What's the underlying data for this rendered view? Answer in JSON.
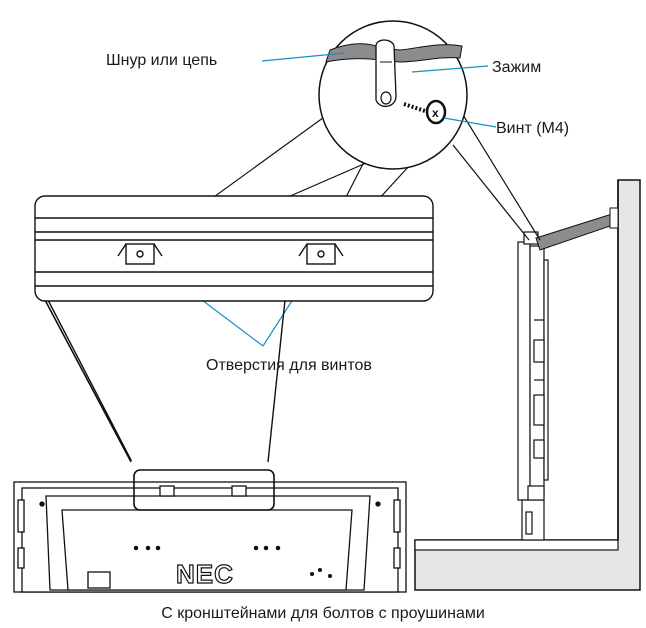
{
  "labels": {
    "cord": "Шнур или цепь",
    "clamp": "Зажим",
    "screw": "Винт (M4)",
    "holes": "Отверстия для винтов",
    "logo": "NEC"
  },
  "caption": "С кронштейнами для болтов с проушинами",
  "colors": {
    "callout_line": "#1a8fc9",
    "outline": "#111111",
    "wall_fill": "#e6e6e6",
    "cord_fill": "#8c8c8c"
  }
}
